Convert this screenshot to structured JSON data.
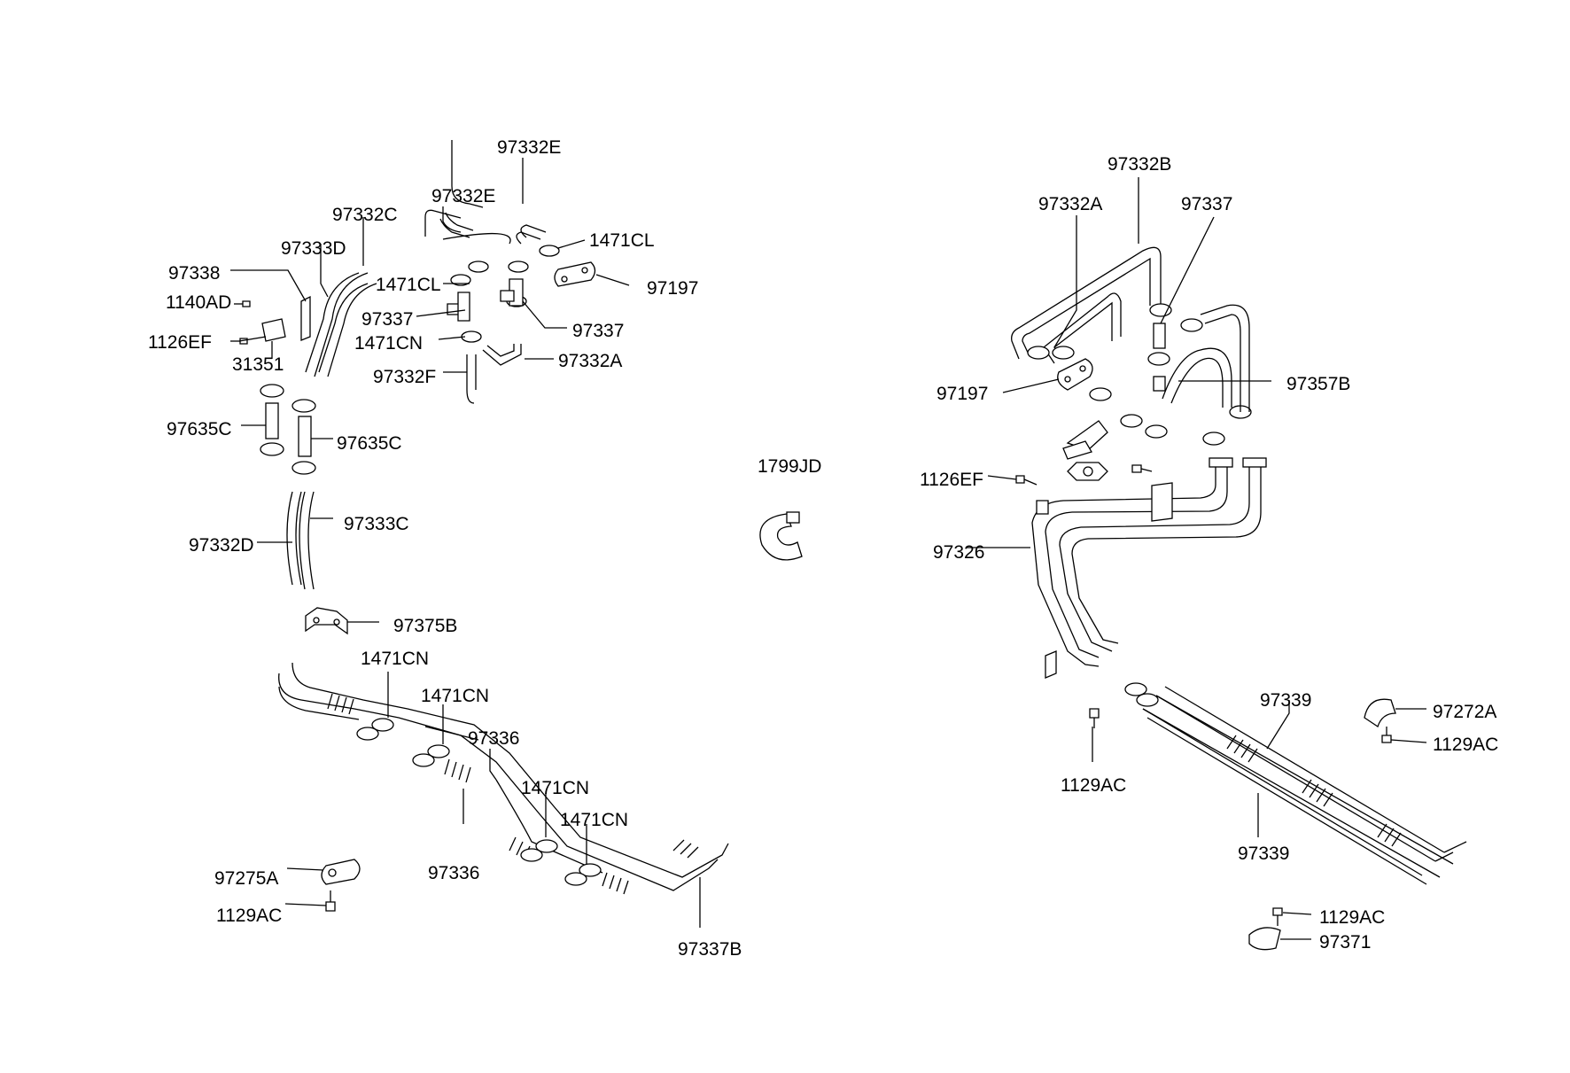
{
  "diagram": {
    "callouts": [
      {
        "id": "c1",
        "text": "97332E"
      },
      {
        "id": "c2",
        "text": "97332E"
      },
      {
        "id": "c3",
        "text": "1471CL"
      },
      {
        "id": "c4",
        "text": "97332C"
      },
      {
        "id": "c5",
        "text": "97333D"
      },
      {
        "id": "c6",
        "text": "97338"
      },
      {
        "id": "c7",
        "text": "1471CL"
      },
      {
        "id": "c8",
        "text": "97197"
      },
      {
        "id": "c9",
        "text": "1140AD"
      },
      {
        "id": "c10",
        "text": "97337"
      },
      {
        "id": "c11",
        "text": "97337"
      },
      {
        "id": "c12",
        "text": "1126EF"
      },
      {
        "id": "c13",
        "text": "1471CN"
      },
      {
        "id": "c14",
        "text": "31351"
      },
      {
        "id": "c15",
        "text": "97332A"
      },
      {
        "id": "c16",
        "text": "97332F"
      },
      {
        "id": "c17",
        "text": "97635C"
      },
      {
        "id": "c18",
        "text": "97635C"
      },
      {
        "id": "c19",
        "text": "97333C"
      },
      {
        "id": "c20",
        "text": "97332D"
      },
      {
        "id": "c21",
        "text": "97375B"
      },
      {
        "id": "c22",
        "text": "1471CN"
      },
      {
        "id": "c23",
        "text": "1471CN"
      },
      {
        "id": "c24",
        "text": "97336"
      },
      {
        "id": "c25",
        "text": "1471CN"
      },
      {
        "id": "c26",
        "text": "1471CN"
      },
      {
        "id": "c27",
        "text": "97336"
      },
      {
        "id": "c28",
        "text": "97275A"
      },
      {
        "id": "c29",
        "text": "1129AC"
      },
      {
        "id": "c30",
        "text": "97337B"
      },
      {
        "id": "c31",
        "text": "1799JD"
      },
      {
        "id": "c32",
        "text": "97332B"
      },
      {
        "id": "c33",
        "text": "97332A"
      },
      {
        "id": "c34",
        "text": "97337"
      },
      {
        "id": "c35",
        "text": "97197"
      },
      {
        "id": "c36",
        "text": "97357B"
      },
      {
        "id": "c37",
        "text": "1126EF"
      },
      {
        "id": "c38",
        "text": "97326"
      },
      {
        "id": "c39",
        "text": "97339"
      },
      {
        "id": "c40",
        "text": "97272A"
      },
      {
        "id": "c41",
        "text": "1129AC"
      },
      {
        "id": "c42",
        "text": "1129AC"
      },
      {
        "id": "c43",
        "text": "97339"
      },
      {
        "id": "c44",
        "text": "1129AC"
      },
      {
        "id": "c45",
        "text": "97371"
      }
    ]
  }
}
